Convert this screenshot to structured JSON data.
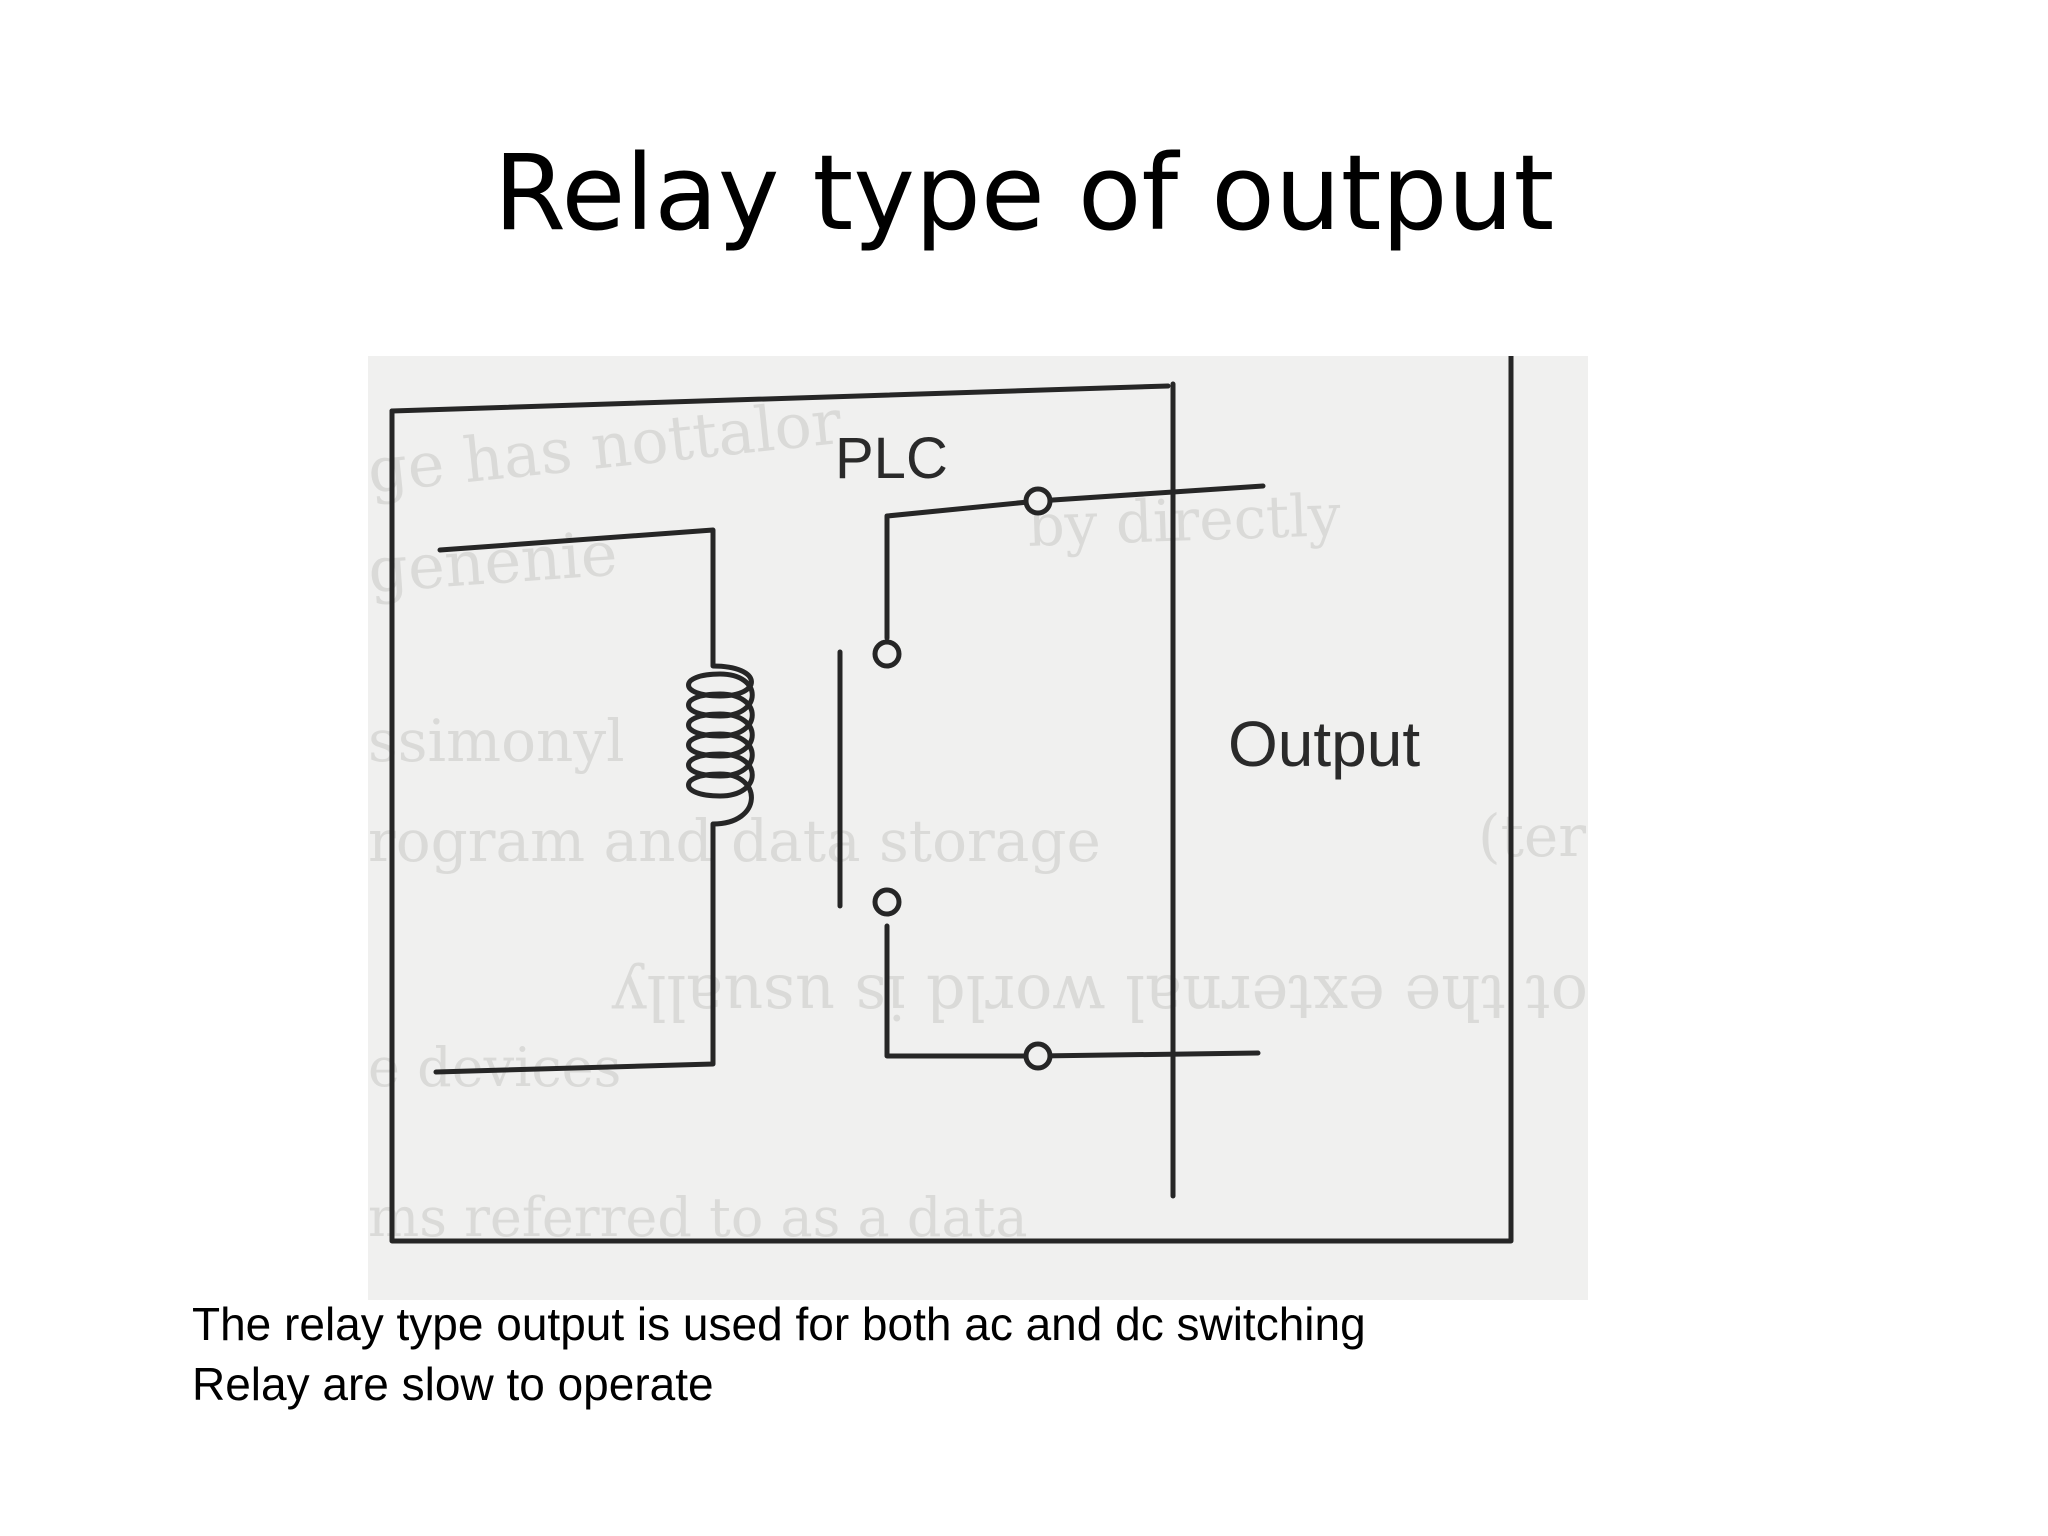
{
  "slide": {
    "title": "Relay type of output"
  },
  "diagram": {
    "plc_label": "PLC",
    "output_label": "Output"
  },
  "caption": {
    "line1": "The relay type output is used for both ac and dc switching",
    "line2": "Relay are slow to operate"
  },
  "colors": {
    "background": "#ffffff",
    "photo_paper": "#f0f0ef",
    "ink": "#262626"
  }
}
